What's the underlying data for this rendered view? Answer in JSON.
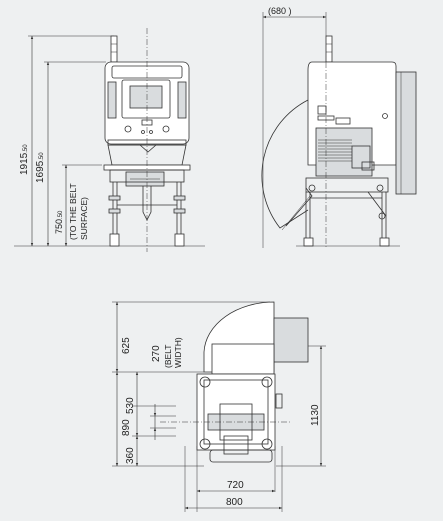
{
  "front_view": {
    "overall_height": "1915",
    "overall_height_tol": ".50",
    "height_2": "1695",
    "height_2_tol": ".50",
    "belt_height": "750",
    "belt_height_tol": ".50",
    "belt_note_1": "(TO THE BELT",
    "belt_note_2": "SURFACE)"
  },
  "side_view": {
    "depth_label": "(680 )"
  },
  "top_view": {
    "dim_625": "625",
    "dim_890": "890",
    "dim_530": "530",
    "dim_360": "360",
    "belt_width_val": "270",
    "belt_width_note_1": "(BELT",
    "belt_width_note_2": "WIDTH)",
    "dim_1130": "1130",
    "dim_720": "720",
    "dim_800": "800"
  }
}
